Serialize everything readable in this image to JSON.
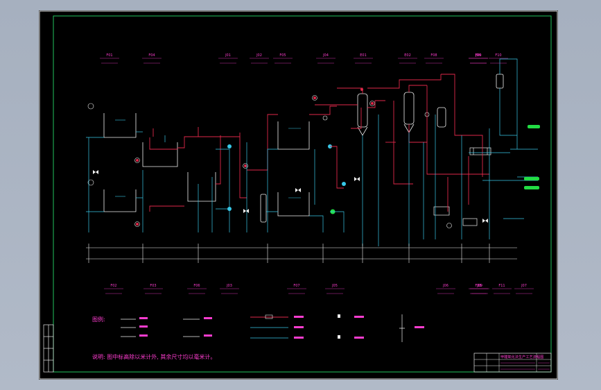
{
  "colors": {
    "background": "#000000",
    "frame": "#e8e8e8",
    "border_green": "#22c55e",
    "process_red": "#e0294a",
    "water_cyan": "#38c8e8",
    "label_magenta": "#ff3dd0",
    "instrument_white": "#f0f0f0",
    "product_green": "#22dd44",
    "viewport": "#a9b3c2"
  },
  "drawing": {
    "legend_title": "图例:",
    "note": "说明: 图中标高除以米计外, 其余尺寸均以毫米计。"
  },
  "equipment_tags_top": [
    {
      "tag": "F01"
    },
    {
      "tag": "F04"
    },
    {
      "tag": "J01"
    },
    {
      "tag": "J02"
    },
    {
      "tag": "F05"
    },
    {
      "tag": "J04"
    },
    {
      "tag": "E01"
    },
    {
      "tag": "E02"
    },
    {
      "tag": "F08"
    },
    {
      "tag": "F09"
    },
    {
      "tag": "F10"
    },
    {
      "tag": "J06"
    }
  ],
  "equipment_tags_bottom": [
    {
      "tag": "F02"
    },
    {
      "tag": "F03"
    },
    {
      "tag": "F06"
    },
    {
      "tag": "J03"
    },
    {
      "tag": "F07"
    },
    {
      "tag": "J05"
    },
    {
      "tag": "J06"
    },
    {
      "tag": "F08"
    },
    {
      "tag": "F11"
    },
    {
      "tag": "J07"
    },
    {
      "tag": "J09"
    }
  ],
  "title_block": {
    "title": "甲醛氧化法生产工艺流程图"
  },
  "icons": [
    "pump-icon",
    "valve-icon",
    "column-icon",
    "tank-icon",
    "heat-exchanger-icon",
    "instrument-bubble-icon"
  ]
}
